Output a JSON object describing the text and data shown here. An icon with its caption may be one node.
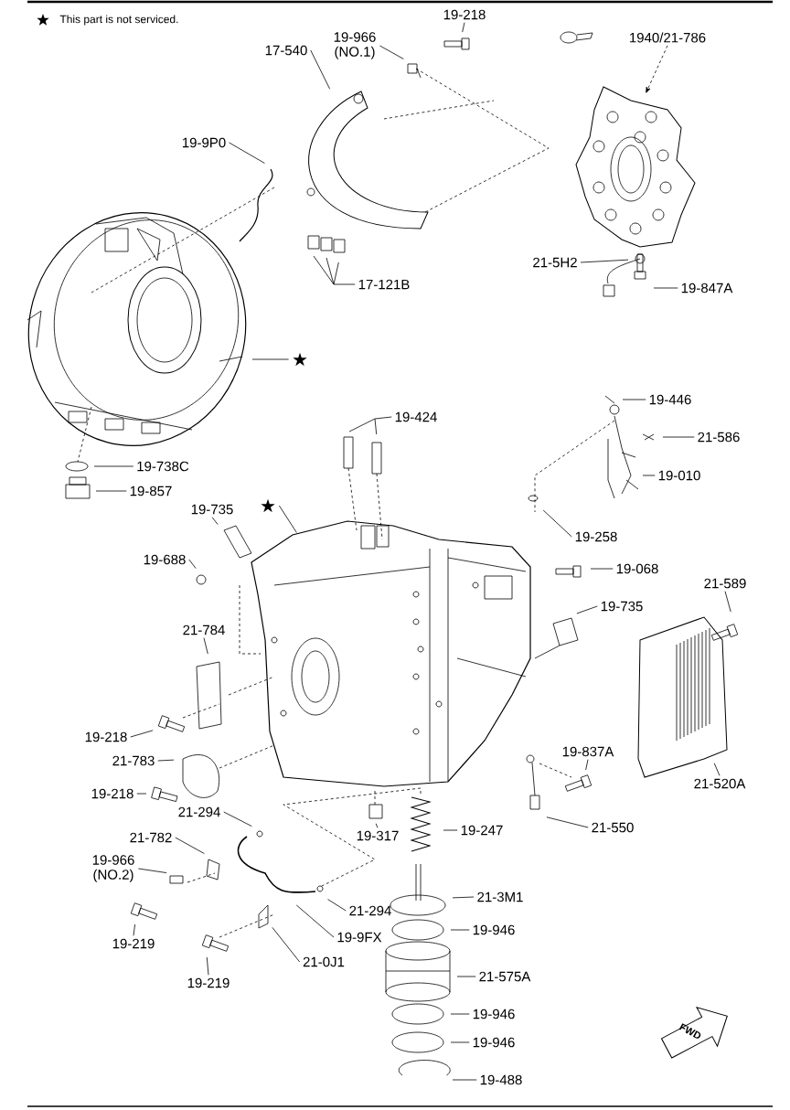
{
  "diagram": {
    "nodes": [
      {
        "text": [
          "19-218"
        ]
      },
      {
        "text": [
          "19-966 (NO.1)"
        ]
      },
      {
        "text": [
          "17-540"
        ]
      },
      {
        "text": [
          "1940/21-786"
        ]
      },
      {
        "text": [
          "19-9P0"
        ]
      },
      {
        "text": [
          "17-121B"
        ]
      },
      {
        "text": [
          "21-5H2"
        ]
      },
      {
        "text": [
          "19-847A"
        ]
      },
      {
        "text": [
          "★"
        ]
      },
      {
        "text": [
          "19-446"
        ]
      },
      {
        "text": [
          "21-586"
        ]
      },
      {
        "text": [
          "19-424"
        ]
      },
      {
        "text": [
          "19-010"
        ]
      },
      {
        "text": [
          "19-738C"
        ]
      },
      {
        "text": [
          "19-857"
        ]
      },
      {
        "text": [
          "19-735"
        ]
      },
      {
        "text": [
          "★"
        ]
      },
      {
        "text": [
          "19-258"
        ]
      },
      {
        "text": [
          "19-688"
        ]
      },
      {
        "text": [
          "19-068"
        ]
      },
      {
        "text": [
          "21-589"
        ]
      },
      {
        "text": [
          "19-735"
        ]
      },
      {
        "text": [
          "21-784"
        ]
      },
      {
        "text": [
          "19-218"
        ]
      },
      {
        "text": [
          "21-783"
        ]
      },
      {
        "text": [
          "19-218"
        ]
      },
      {
        "text": [
          "21-520A"
        ]
      },
      {
        "text": [
          "19-837A"
        ]
      },
      {
        "text": [
          "21-550"
        ]
      },
      {
        "text": [
          "21-294"
        ]
      },
      {
        "text": [
          "19-317"
        ]
      },
      {
        "text": [
          "19-247"
        ]
      },
      {
        "text": [
          "21-782"
        ]
      },
      {
        "text": [
          "19-966 (NO.2)"
        ]
      },
      {
        "text": [
          "21-3M1"
        ]
      },
      {
        "text": [
          "21-294"
        ]
      },
      {
        "text": [
          "19-219"
        ]
      },
      {
        "text": [
          "19-946"
        ]
      },
      {
        "text": [
          "19-9FX"
        ]
      },
      {
        "text": [
          "21-0J1"
        ]
      },
      {
        "text": [
          "21-575A"
        ]
      },
      {
        "text": [
          "19-219"
        ]
      },
      {
        "text": [
          "19-946"
        ]
      },
      {
        "text": [
          "19-946"
        ]
      },
      {
        "text": [
          "19-488"
        ]
      }
    ],
    "edges": [
      {
        "from": 0,
        "to": null,
        "arrow": "none"
      },
      {
        "from": 1,
        "to": null,
        "arrow": "none"
      },
      {
        "from": 2,
        "to": null,
        "arrow": "none"
      },
      {
        "from": 3,
        "to": null,
        "arrow": "to",
        "style": "dashed"
      },
      {
        "from": 4,
        "to": null,
        "arrow": "none"
      },
      {
        "from": 5,
        "to": null,
        "arrow": "none"
      },
      {
        "from": 6,
        "to": null,
        "arrow": "none"
      },
      {
        "from": 7,
        "to": null,
        "arrow": "none"
      },
      {
        "from": 8,
        "to": null,
        "arrow": "none"
      },
      {
        "from": 9,
        "to": null,
        "arrow": "none"
      },
      {
        "from": 10,
        "to": null,
        "arrow": "none"
      },
      {
        "from": 11,
        "to": null,
        "arrow": "none"
      },
      {
        "from": 12,
        "to": null,
        "arrow": "none"
      },
      {
        "from": 13,
        "to": null,
        "arrow": "none"
      },
      {
        "from": 14,
        "to": null,
        "arrow": "none"
      },
      {
        "from": 15,
        "to": null,
        "arrow": "none"
      },
      {
        "from": 16,
        "to": null,
        "arrow": "none"
      },
      {
        "from": 17,
        "to": null,
        "arrow": "none"
      },
      {
        "from": 18,
        "to": null,
        "arrow": "none"
      },
      {
        "from": 19,
        "to": null,
        "arrow": "none"
      },
      {
        "from": 20,
        "to": null,
        "arrow": "none"
      },
      {
        "from": 21,
        "to": null,
        "arrow": "none"
      },
      {
        "from": 22,
        "to": null,
        "arrow": "none"
      },
      {
        "from": 23,
        "to": null,
        "arrow": "none"
      },
      {
        "from": 24,
        "to": null,
        "arrow": "none"
      },
      {
        "from": 25,
        "to": null,
        "arrow": "none"
      },
      {
        "from": 26,
        "to": null,
        "arrow": "none"
      },
      {
        "from": 27,
        "to": null,
        "arrow": "none"
      },
      {
        "from": 28,
        "to": null,
        "arrow": "none"
      },
      {
        "from": 29,
        "to": null,
        "arrow": "none"
      },
      {
        "from": 30,
        "to": null,
        "arrow": "none"
      },
      {
        "from": 31,
        "to": null,
        "arrow": "none"
      },
      {
        "from": 32,
        "to": null,
        "arrow": "none"
      },
      {
        "from": 33,
        "to": null,
        "arrow": "none"
      },
      {
        "from": 34,
        "to": null,
        "arrow": "none"
      },
      {
        "from": 35,
        "to": null,
        "arrow": "none"
      },
      {
        "from": 36,
        "to": null,
        "arrow": "none"
      },
      {
        "from": 37,
        "to": null,
        "arrow": "none"
      },
      {
        "from": 38,
        "to": null,
        "arrow": "none"
      },
      {
        "from": 39,
        "to": null,
        "arrow": "none"
      },
      {
        "from": 40,
        "to": null,
        "arrow": "none"
      },
      {
        "from": 41,
        "to": null,
        "arrow": "none"
      },
      {
        "from": 42,
        "to": null,
        "arrow": "none"
      },
      {
        "from": 43,
        "to": null,
        "arrow": "none"
      },
      {
        "from": 44,
        "to": null,
        "arrow": "none"
      }
    ],
    "labels": [
      "FWD"
    ],
    "legend": [
      {
        "text": "This part is not serviced."
      }
    ]
  }
}
